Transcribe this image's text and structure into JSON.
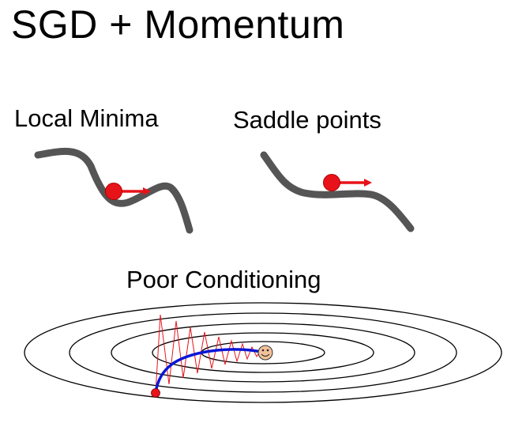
{
  "slide": {
    "title": "SGD + Momentum",
    "panels": [
      {
        "label": "Local Minima"
      },
      {
        "label": "Saddle points"
      },
      {
        "label": "Poor Conditioning"
      }
    ]
  },
  "colors": {
    "curve": "#555555",
    "ball": "#e8131a",
    "arrow": "#e8131a",
    "zigzag": "#e8131a",
    "momentum_path": "#0a16d6",
    "contours": "#000000",
    "target_face": "#f1c19a"
  },
  "icons": [
    "red-ball-icon",
    "velocity-arrow-icon",
    "smiley-face-icon"
  ]
}
